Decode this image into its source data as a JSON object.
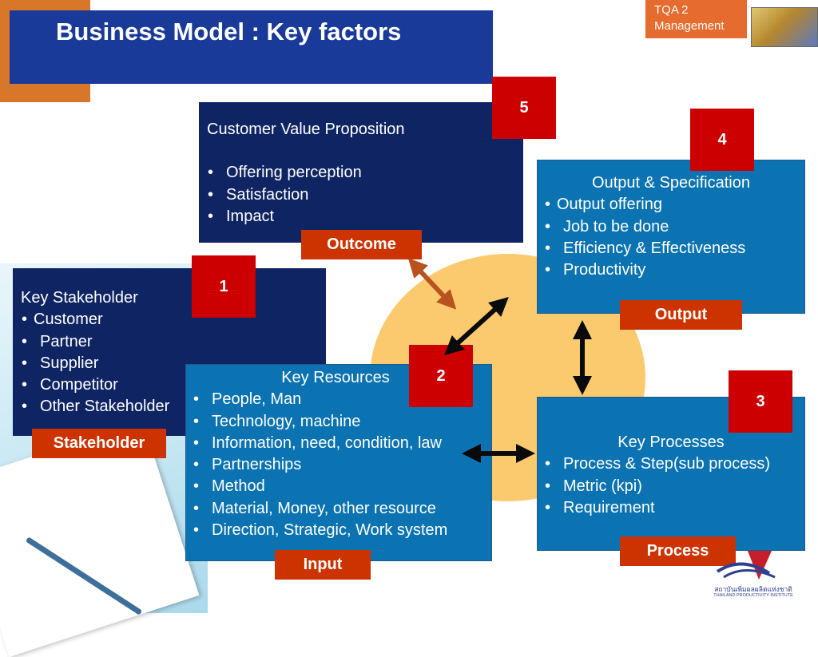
{
  "title": "Business Model : Key factors",
  "header_badge": {
    "line1": "TQA 2",
    "line2": "Management"
  },
  "colors": {
    "navy": "#0f2463",
    "blue": "#0b73b2",
    "red": "#cc0000",
    "label": "#cc3300",
    "circle": "#fcca6e",
    "title_bar": "#1a3a99"
  },
  "value_box": {
    "number": "5",
    "heading": "Customer Value Proposition",
    "items": [
      "Offering perception",
      "Satisfaction",
      "Impact"
    ],
    "label": "Outcome"
  },
  "output_box": {
    "number": "4",
    "heading": "Output & Specification",
    "items": [
      "Output offering",
      "Job to be done",
      "Efficiency &  Effectiveness",
      "Productivity"
    ],
    "label": "Output"
  },
  "stakeholder_box": {
    "number": "1",
    "heading": "Key Stakeholder",
    "items": [
      "Customer",
      "Partner",
      "Supplier",
      "Competitor",
      "Other Stakeholder"
    ],
    "label": "Stakeholder"
  },
  "resources_box": {
    "number": "2",
    "heading": "Key Resources",
    "items": [
      "People, Man",
      "Technology, machine",
      "Information, need, condition, law",
      "Partnerships",
      "Method",
      "Material, Money, other resource",
      "Direction, Strategic, Work system"
    ],
    "label": "Input"
  },
  "processes_box": {
    "number": "3",
    "heading": "Key Processes",
    "items": [
      "Process & Step(sub process)",
      "Metric  (kpi)",
      "Requirement"
    ],
    "label": "Process"
  },
  "logo": {
    "thai_text": "สถาบันเพิ่มผลผลิตแห่งชาติ",
    "english_text": "THAILAND PRODUCTIVITY INSTITUTE"
  }
}
